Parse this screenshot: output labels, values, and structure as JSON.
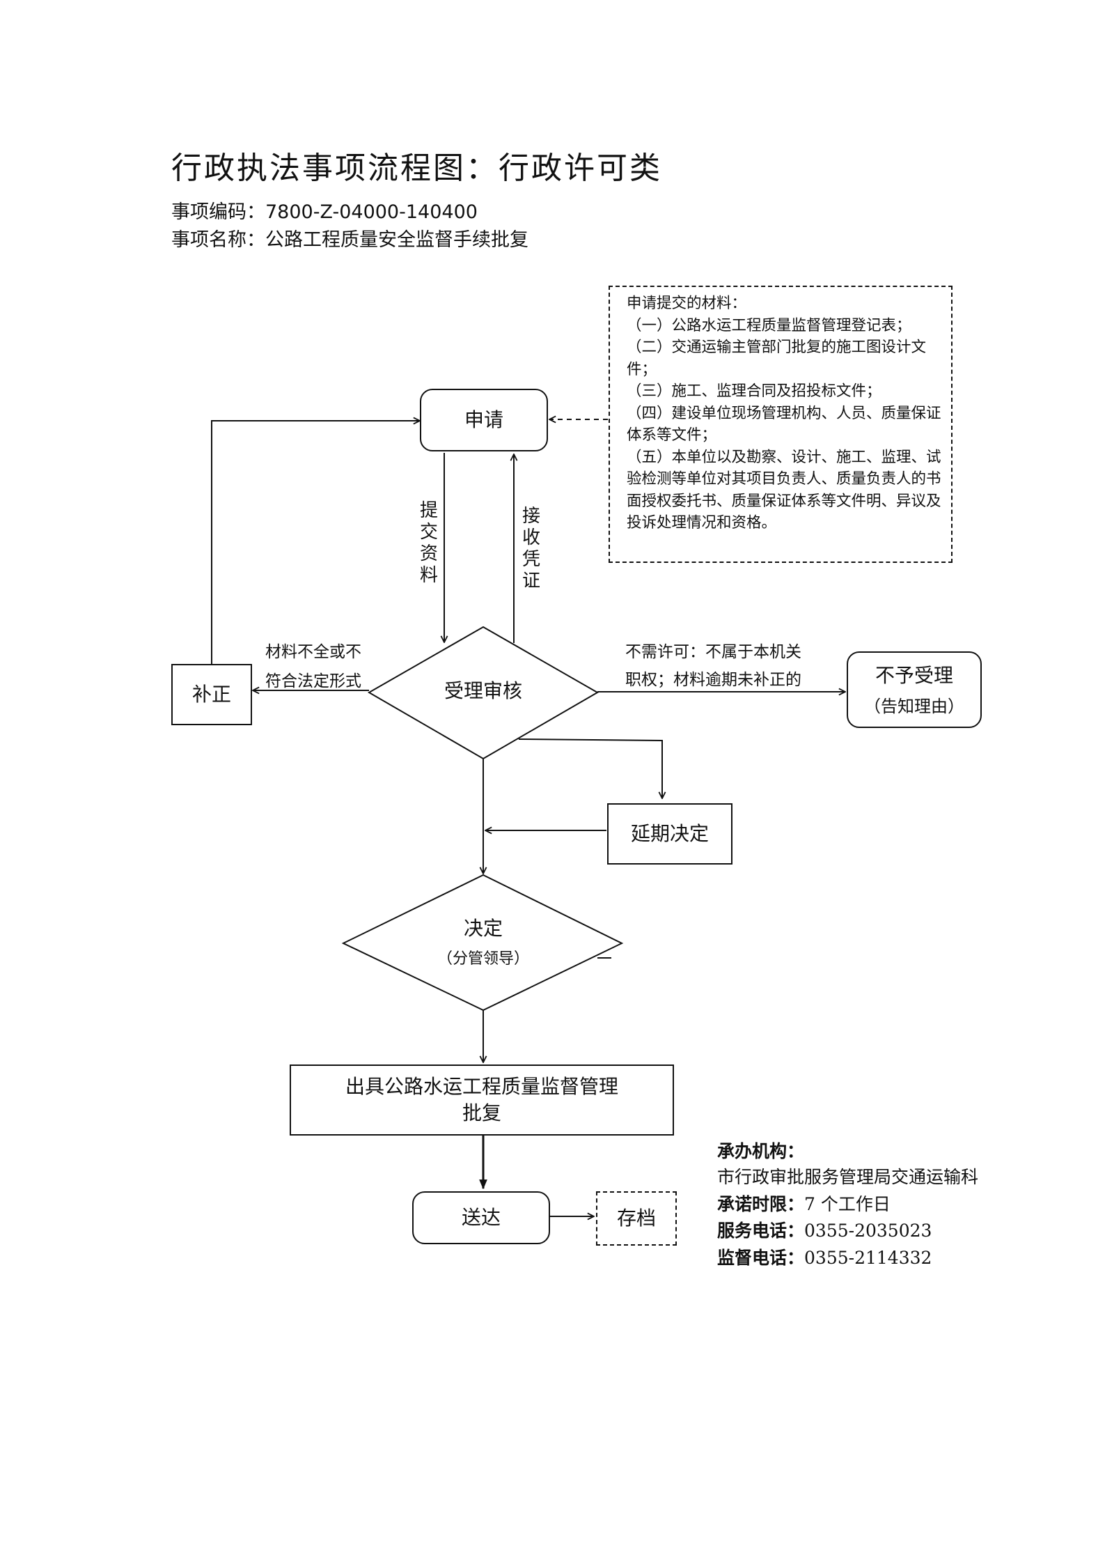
{
  "header": {
    "title": "行政执法事项流程图：行政许可类",
    "code_label": "事项编码：",
    "code_value": "7800-Z-04000-140400",
    "name_label": "事项名称：",
    "name_value": "公路工程质量安全监督手续批复"
  },
  "materials": {
    "heading": "申请提交的材料：",
    "items": [
      "（一）公路水运工程质量监督管理登记表；",
      "（二）交通运输主管部门批复的施工图设计文件；",
      "（三）施工、监理合同及招投标文件；",
      "（四）建设单位现场管理机构、人员、质量保证体系等文件；",
      "（五）本单位以及勘察、设计、施工、监理、试验检测等单位对其项目负责人、质量负责人的书面授权委托书、质量保证体系等文件明、异议及投诉处理情况和资格。"
    ]
  },
  "nodes": {
    "apply": "申请",
    "review": "受理审核",
    "correction": "补正",
    "reject": "不予受理",
    "reject_sub": "（告知理由）",
    "delay": "延期决定",
    "decision": "决定",
    "decision_sub": "（分管领导）",
    "issue_line1": "出具公路水运工程质量监督管理",
    "issue_line2": "批复",
    "deliver": "送达",
    "archive": "存档"
  },
  "edge_labels": {
    "submit": "提交资料",
    "receipt": "接收凭证",
    "incomplete_line1": "材料不全或不",
    "incomplete_line2": "符合法定形式",
    "no_permit_line1": "不需许可：不属于本机关",
    "no_permit_line2": "职权；材料逾期未补正的"
  },
  "info": {
    "org_label": "承办机构：",
    "org_value": "市行政审批服务管理局交通运输科",
    "time_label": "承诺时限：",
    "time_value": "7 个工作日",
    "service_label": "服务电话：",
    "service_value": "0355-2035023",
    "supervise_label": "监督电话：",
    "supervise_value": "0355-2114332"
  }
}
